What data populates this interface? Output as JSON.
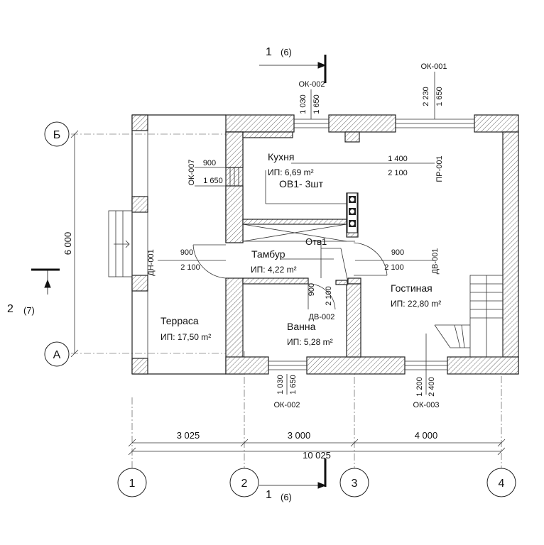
{
  "section_marks": {
    "top": {
      "num": "1",
      "ref": "(6)"
    },
    "bottom": {
      "num": "1",
      "ref": "(6)"
    },
    "left": {
      "num": "2",
      "ref": "(7)"
    }
  },
  "axes": {
    "rows": [
      "Б",
      "А"
    ],
    "cols": [
      "1",
      "2",
      "3",
      "4"
    ]
  },
  "dimensions": {
    "height": "6 000",
    "spans": [
      "3 025",
      "3 000",
      "4 000"
    ],
    "total": "10 025"
  },
  "rooms": [
    {
      "name": "Кухня",
      "area": "ИП: 6,69 m²"
    },
    {
      "name": "Тамбур",
      "area": "ИП: 4,22 m²"
    },
    {
      "name": "Терраса",
      "area": "ИП: 17,50 m²"
    },
    {
      "name": "Ванна",
      "area": "ИП: 5,28 m²"
    },
    {
      "name": "Гостиная",
      "area": "ИП: 22,80 m²"
    }
  ],
  "equipment": {
    "ov": "ОВ1- 3шт",
    "otv": "Отв1"
  },
  "openings": {
    "ok002_top": {
      "code": "ОК-002",
      "w": "1 030",
      "h": "1 650"
    },
    "ok001": {
      "code": "ОК-001",
      "w": "2 230",
      "h": "1 650"
    },
    "ok007": {
      "code": "ОК-007",
      "w": "900",
      "h": "1 650"
    },
    "pr001": {
      "code": "ПР-001",
      "w": "1 400",
      "h": "2 100"
    },
    "dn001": {
      "code": "ДН-001",
      "w": "900",
      "h": "2 100"
    },
    "dv001": {
      "code": "ДВ-001",
      "w": "900",
      "h": "2 100"
    },
    "dv002": {
      "code": "ДВ-002",
      "w": "900",
      "h": "2 100"
    },
    "ok002_bot": {
      "code": "ОК-002",
      "w": "1 030",
      "h": "1 650"
    },
    "ok003": {
      "code": "ОК-003",
      "w": "1 200",
      "h": "2 400"
    }
  }
}
